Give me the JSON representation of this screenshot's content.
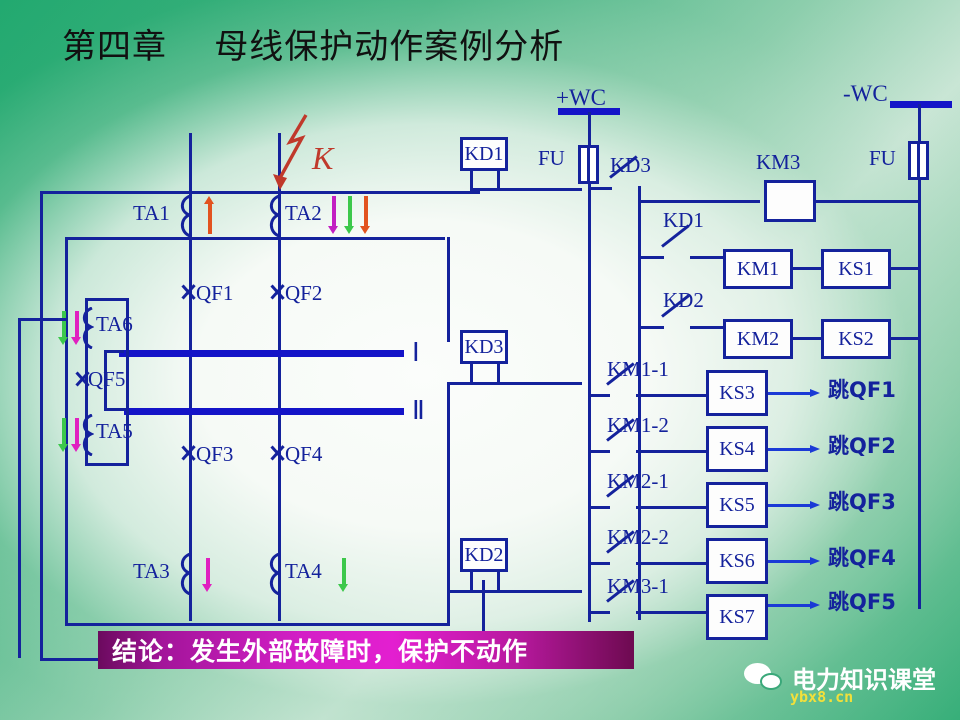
{
  "slide": {
    "title": "第四章    母线保护动作案例分析",
    "conclusion": "结论：发生外部故障时，保护不动作",
    "conclusion_bg": "#d31fc6",
    "line_color": "#14229c",
    "bus_color": "#1414c8",
    "bg_green": "#2aa971"
  },
  "fault": {
    "label": "K",
    "color": "#c0392b",
    "description": "external-fault-lightning-on-QF2-feeder"
  },
  "primary": {
    "cts": [
      {
        "name": "TA1",
        "arrows": [
          {
            "dir": "up",
            "color": "#e2531f"
          }
        ]
      },
      {
        "name": "TA2",
        "arrows": [
          {
            "dir": "down",
            "color": "#c21fc2"
          },
          {
            "dir": "down",
            "color": "#3cc84b"
          },
          {
            "dir": "down",
            "color": "#e2531f"
          }
        ]
      },
      {
        "name": "TA3",
        "arrows": [
          {
            "dir": "down",
            "color": "#e020c0"
          }
        ]
      },
      {
        "name": "TA4",
        "arrows": [
          {
            "dir": "down",
            "color": "#3cc84b"
          }
        ]
      },
      {
        "name": "TA5",
        "arrows": [
          {
            "dir": "down",
            "color": "#3cc84b"
          },
          {
            "dir": "down",
            "color": "#e020c0"
          }
        ]
      },
      {
        "name": "TA6",
        "arrows": [
          {
            "dir": "down",
            "color": "#3cc84b"
          },
          {
            "dir": "down",
            "color": "#e020c0"
          }
        ]
      }
    ],
    "breakers": [
      "QF1",
      "QF2",
      "QF3",
      "QF4",
      "QF5"
    ],
    "buses": [
      {
        "label": "Ⅰ",
        "name": "bus-section-1"
      },
      {
        "label": "Ⅱ",
        "name": "bus-section-2"
      }
    ],
    "differential_relays": [
      {
        "label": "KD1",
        "name": "diff-relay-bus-1"
      },
      {
        "label": "KD3",
        "name": "diff-relay-tie"
      },
      {
        "label": "KD2",
        "name": "diff-relay-bus-2"
      }
    ]
  },
  "control": {
    "supply_positive": "+WC",
    "supply_negative": "-WC",
    "fuses": [
      {
        "label": "FU",
        "name": "fuse-positive-rail"
      },
      {
        "label": "FU",
        "name": "fuse-negative-rail"
      }
    ],
    "contacts": [
      {
        "label": "KD3",
        "name": "contact-kd3"
      },
      {
        "label": "KD1",
        "name": "contact-kd1"
      },
      {
        "label": "KD2",
        "name": "contact-kd2"
      },
      {
        "label": "KM1-1",
        "name": "contact-km1-1"
      },
      {
        "label": "KM1-2",
        "name": "contact-km1-2"
      },
      {
        "label": "KM2-1",
        "name": "contact-km2-1"
      },
      {
        "label": "KM2-2",
        "name": "contact-km2-2"
      },
      {
        "label": "KM3-1",
        "name": "contact-km3-1"
      }
    ],
    "coils": [
      {
        "label": "KM3",
        "name": "coil-km3",
        "visible_text": false
      },
      {
        "label": "KM1",
        "name": "coil-km1",
        "visible_text": true
      },
      {
        "label": "KM2",
        "name": "coil-km2",
        "visible_text": true
      }
    ],
    "signal_relays": [
      {
        "label": "KS1",
        "name": "signal-relay-ks1"
      },
      {
        "label": "KS2",
        "name": "signal-relay-ks2"
      }
    ],
    "trip_rows": [
      {
        "contact": "KM1-1",
        "relay": "KS3",
        "output": "跳QF1"
      },
      {
        "contact": "KM1-2",
        "relay": "KS4",
        "output": "跳QF2"
      },
      {
        "contact": "KM2-1",
        "relay": "KS5",
        "output": "跳QF3"
      },
      {
        "contact": "KM2-2",
        "relay": "KS6",
        "output": "跳QF4"
      },
      {
        "contact": "KM3-1",
        "relay": "KS7",
        "output": "跳QF5"
      }
    ]
  },
  "watermark": {
    "icon": "wechat-icon",
    "text": "电力知识课堂",
    "url": "ybx8.cn"
  }
}
